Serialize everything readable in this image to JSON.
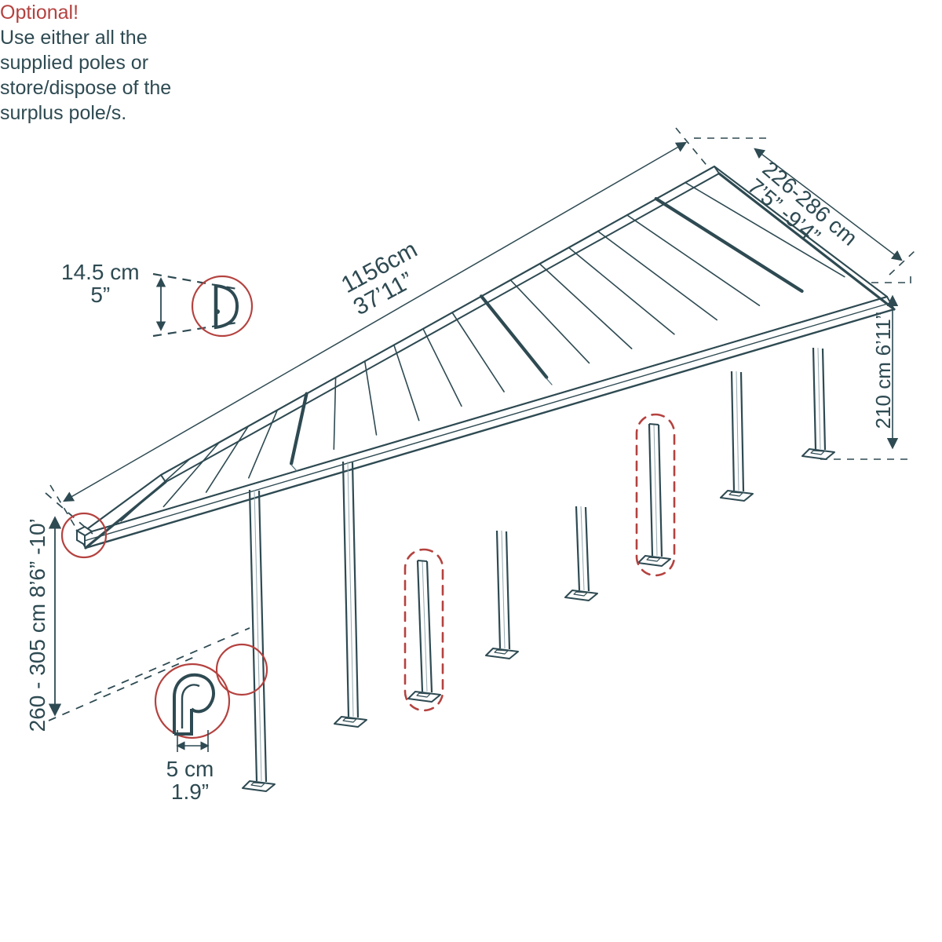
{
  "diagram": {
    "title": "Patio cover / canopy isometric dimension drawing",
    "colors": {
      "line": "#2e4a52",
      "line_light": "#51707a",
      "accent_red": "#b4423f",
      "text": "#2e4a52",
      "background": "#ffffff"
    }
  },
  "labels": {
    "profile_detail": {
      "cm": "14.5 cm",
      "inch": "5”"
    },
    "length": {
      "cm": "1156cm",
      "inch": "37’11”"
    },
    "width": {
      "cm": "226-286 cm",
      "inch": "7’5” -9’4”"
    },
    "height_right": {
      "cm": "210 cm",
      "inch": "6’11”"
    },
    "height_left": {
      "cm": "260 - 305 cm",
      "inch": "8’6” -10’"
    },
    "post_width": {
      "cm": "5 cm",
      "inch": "1.9”"
    }
  },
  "note": {
    "heading": "Optional!",
    "line1": "Use either all the",
    "line2": "supplied poles or",
    "line3": "store/dispose of the",
    "line4": "surplus pole/s."
  },
  "callouts": [
    {
      "name": "roof-profile-callout",
      "label": "D-shaped rafter profile cross-section"
    },
    {
      "name": "corner-bracket-callout",
      "label": "Left rear corner bracket detail"
    },
    {
      "name": "front-corner-callout",
      "label": "Front left corner joint detail"
    },
    {
      "name": "post-profile-callout",
      "label": "Post cross-section detail"
    }
  ],
  "optional_poles": [
    {
      "name": "optional-pole-front",
      "highlight": "dashed-red-capsule"
    },
    {
      "name": "optional-pole-rear",
      "highlight": "dashed-red-capsule"
    }
  ],
  "posts": {
    "count": 8,
    "rows": 2
  },
  "roof": {
    "panel_rib_count": 19
  }
}
